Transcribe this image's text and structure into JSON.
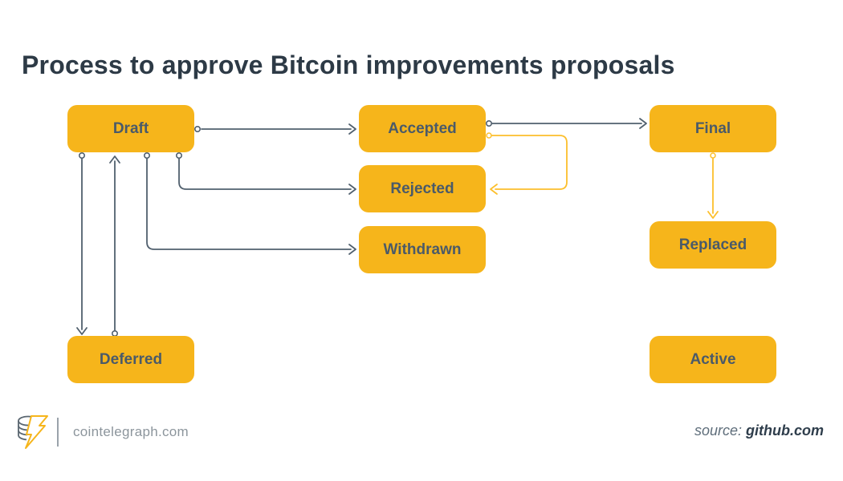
{
  "title": "Process to approve Bitcoin improvements proposals",
  "nodes": [
    {
      "id": "draft",
      "label": "Draft"
    },
    {
      "id": "accepted",
      "label": "Accepted"
    },
    {
      "id": "rejected",
      "label": "Rejected"
    },
    {
      "id": "withdrawn",
      "label": "Withdrawn"
    },
    {
      "id": "deferred",
      "label": "Deferred"
    },
    {
      "id": "final",
      "label": "Final"
    },
    {
      "id": "replaced",
      "label": "Replaced"
    },
    {
      "id": "active",
      "label": "Active"
    }
  ],
  "edges": [
    {
      "from": "draft",
      "to": "accepted",
      "color": "dark"
    },
    {
      "from": "accepted",
      "to": "final",
      "color": "dark"
    },
    {
      "from": "accepted",
      "to": "rejected",
      "color": "yellow"
    },
    {
      "from": "draft",
      "to": "rejected",
      "color": "dark"
    },
    {
      "from": "draft",
      "to": "withdrawn",
      "color": "dark"
    },
    {
      "from": "draft",
      "to": "deferred",
      "color": "dark"
    },
    {
      "from": "deferred",
      "to": "draft",
      "color": "dark"
    },
    {
      "from": "final",
      "to": "replaced",
      "color": "yellow"
    }
  ],
  "colors": {
    "node_fill": "#f6b51b",
    "node_text": "#4a5a69",
    "line_dark": "#51606e",
    "line_yellow": "#fcbf2c",
    "title_text": "#2d3a46"
  },
  "footer": {
    "brand": "cointelegraph.com",
    "source_label": "source:",
    "source_value": "github.com"
  }
}
